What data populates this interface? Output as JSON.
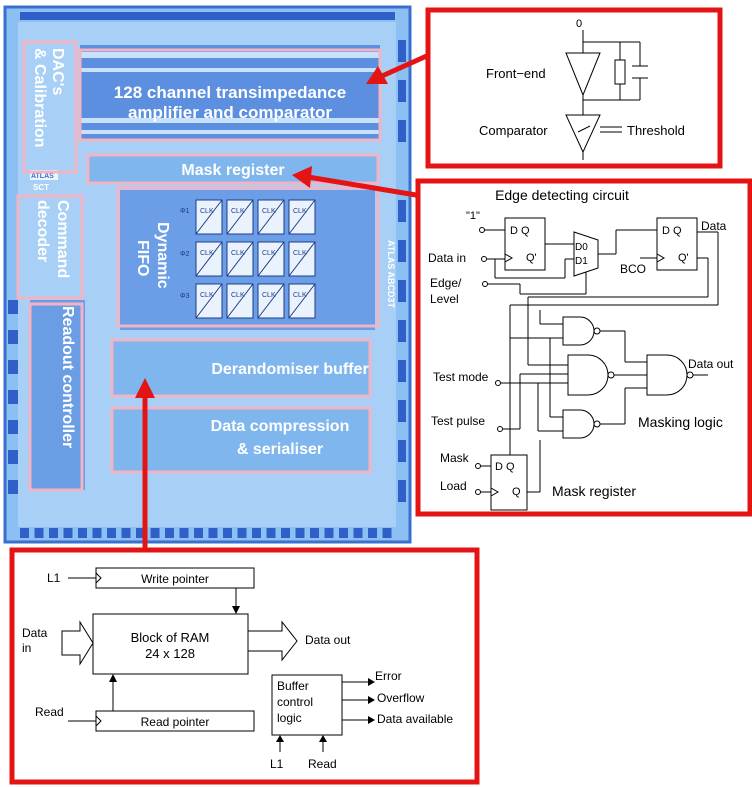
{
  "chip": {
    "blocks": {
      "amplifier": [
        "128 channel transimpedance",
        "amplifier and comparator"
      ],
      "dacs": [
        "DAC's",
        "& Calibration"
      ],
      "mask_register": "Mask register",
      "command_decoder": [
        "Command",
        "decoder"
      ],
      "dynamic_fifo": [
        "Dynamic",
        "FIFO"
      ],
      "readout_controller": "Readout controller",
      "derandomiser": "Derandomiser buffer",
      "compression": [
        "Data compression",
        "& serialiser"
      ]
    },
    "die_marks": {
      "name": "ATLAS ABCD3T",
      "atlas": "ATLAS",
      "sct": "SCT"
    },
    "fifo_cell_label": "CLK",
    "phases": [
      "Φ1",
      "Φ2",
      "Φ3"
    ]
  },
  "frontend": {
    "input_mark": "0",
    "front_end": "Front−end",
    "comparator": "Comparator",
    "threshold": "Threshold"
  },
  "edge": {
    "title": "Edge detecting circuit",
    "one": "\"1\"",
    "data_in": "Data in",
    "edge_level": [
      "Edge/",
      "Level"
    ],
    "dq": "D Q",
    "qbar": "Q'",
    "d0": "D0",
    "d1": "D1",
    "bco": "BCO",
    "data": "Data",
    "test_mode": "Test mode",
    "test_pulse": "Test pulse",
    "data_out": "Data out",
    "masking_logic": "Masking logic",
    "mask": "Mask",
    "load": "Load",
    "q": "Q",
    "mask_register": "Mask register"
  },
  "buffer": {
    "l1": "L1",
    "write_pointer": "Write pointer",
    "data_in": [
      "Data",
      "in"
    ],
    "ram": [
      "Block of RAM",
      "24 x 128"
    ],
    "data_out": "Data out",
    "read": "Read",
    "read_pointer": "Read pointer",
    "control": [
      "Buffer",
      "control",
      "logic"
    ],
    "error": "Error",
    "overflow": "Overflow",
    "data_available": "Data available",
    "bottom_l1": "L1",
    "bottom_read": "Read"
  },
  "colors": {
    "chip_blue": "#7fb6ee",
    "chip_dark": "#3a6fd0",
    "pink": "#f2b3c4",
    "red": "#e41414",
    "white": "#ffffff"
  }
}
